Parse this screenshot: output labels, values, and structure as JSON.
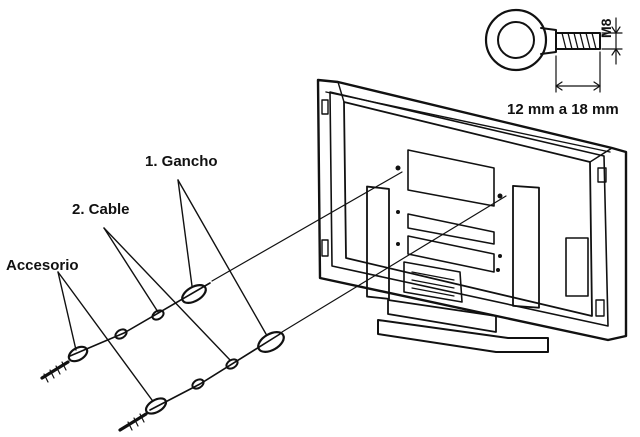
{
  "labels": {
    "hook": "1. Gancho",
    "cable": "2. Cable",
    "accessory": "Accesorio",
    "thread": "M8",
    "length": "12 mm a 18 mm"
  }
}
